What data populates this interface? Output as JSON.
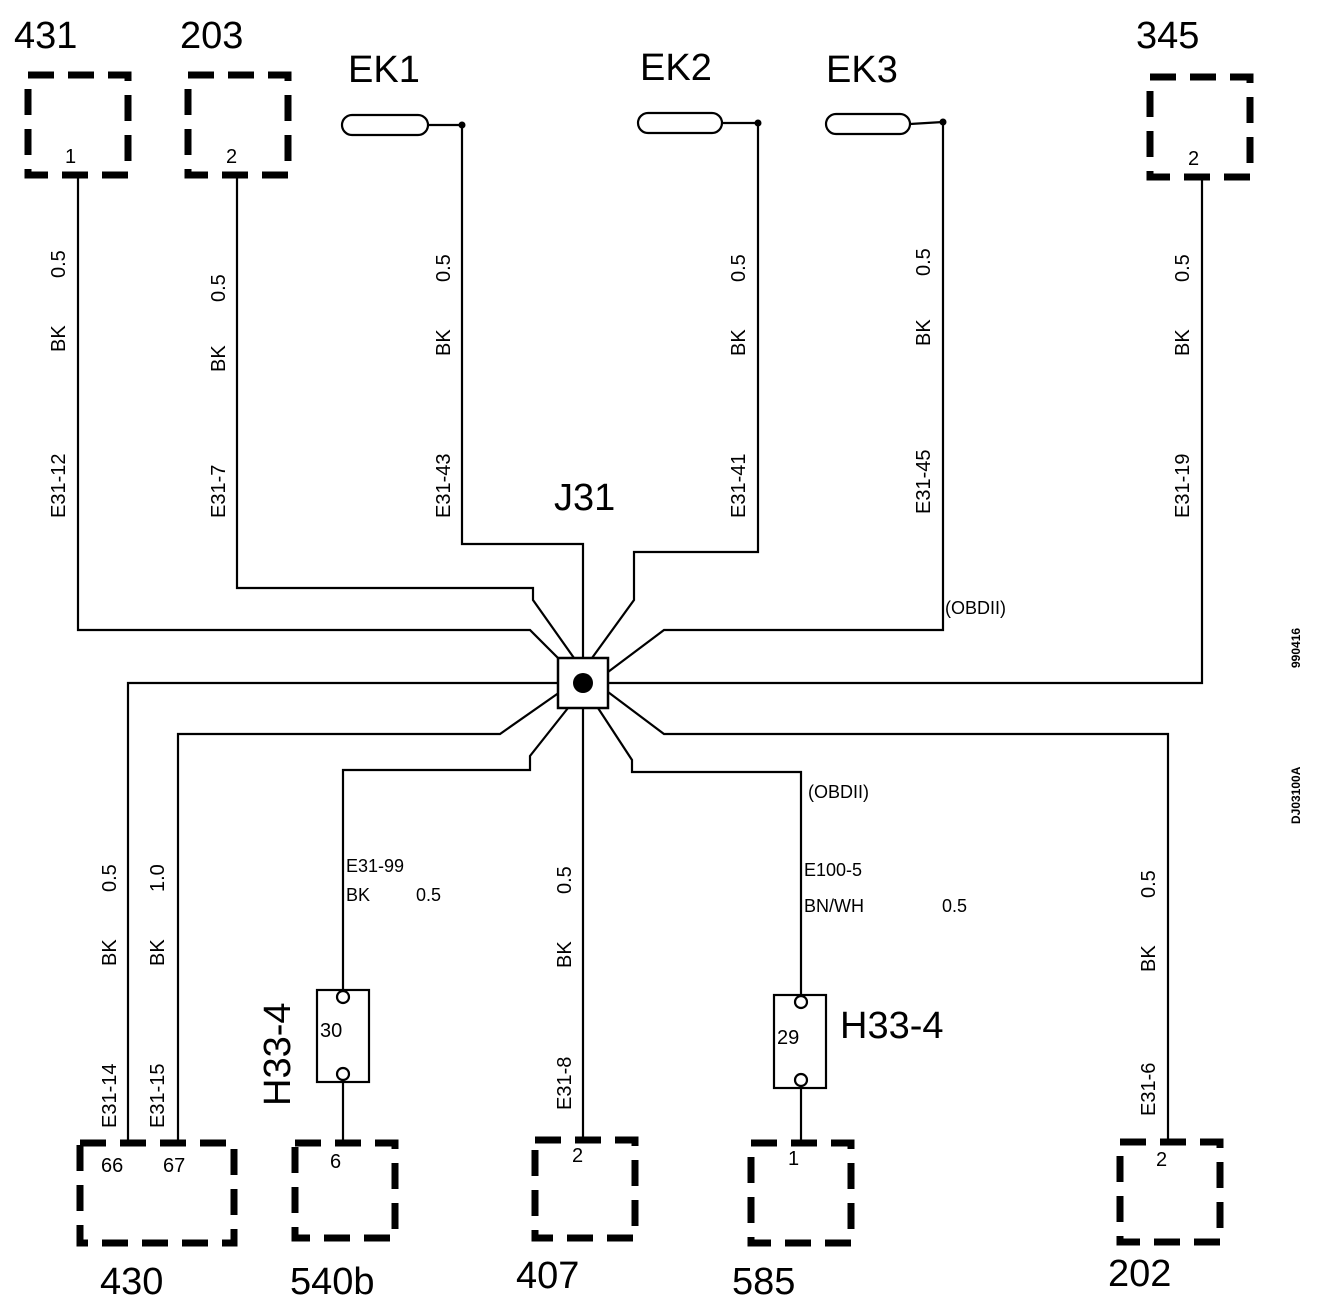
{
  "components": {
    "c431": {
      "id": "431",
      "pin": "1"
    },
    "c203": {
      "id": "203",
      "pin": "2"
    },
    "c345": {
      "id": "345",
      "pin": "2"
    },
    "c430": {
      "id": "430",
      "pin_a": "66",
      "pin_b": "67"
    },
    "c540b": {
      "id": "540b",
      "pin": "6"
    },
    "c407": {
      "id": "407",
      "pin": "2"
    },
    "c585": {
      "id": "585",
      "pin": "1"
    },
    "c202": {
      "id": "202",
      "pin": "2"
    }
  },
  "ek": {
    "ek1": "EK1",
    "ek2": "EK2",
    "ek3": "EK3"
  },
  "junction": "J31",
  "wires": {
    "w431": {
      "size": "0.5",
      "color": "BK",
      "code": "E31-12"
    },
    "w203": {
      "size": "0.5",
      "color": "BK",
      "code": "E31-7"
    },
    "wek1": {
      "size": "0.5",
      "color": "BK",
      "code": "E31-43"
    },
    "wek2": {
      "size": "0.5",
      "color": "BK",
      "code": "E31-41"
    },
    "wek3": {
      "size": "0.5",
      "color": "BK",
      "code": "E31-45"
    },
    "w345": {
      "size": "0.5",
      "color": "BK",
      "code": "E31-19"
    },
    "w430a": {
      "size": "0.5",
      "color": "BK",
      "code": "E31-14"
    },
    "w430b": {
      "size": "1.0",
      "color": "BK",
      "code": "E31-15"
    },
    "w540b": {
      "code": "E31-99",
      "color": "BK",
      "size": "0.5"
    },
    "w407": {
      "size": "0.5",
      "color": "BK",
      "code": "E31-8"
    },
    "w585": {
      "code": "E100-5",
      "color": "BN/WH",
      "size": "0.5"
    },
    "w202": {
      "size": "0.5",
      "color": "BK",
      "code": "E31-6"
    }
  },
  "obd1": "(OBDII)",
  "obd2": "(OBDII)",
  "h33_left": {
    "label": "H33-4",
    "pin": "30"
  },
  "h33_right": {
    "label": "H33-4",
    "pin": "29"
  },
  "side": {
    "date": "990416",
    "ref": "DJ03100A"
  }
}
